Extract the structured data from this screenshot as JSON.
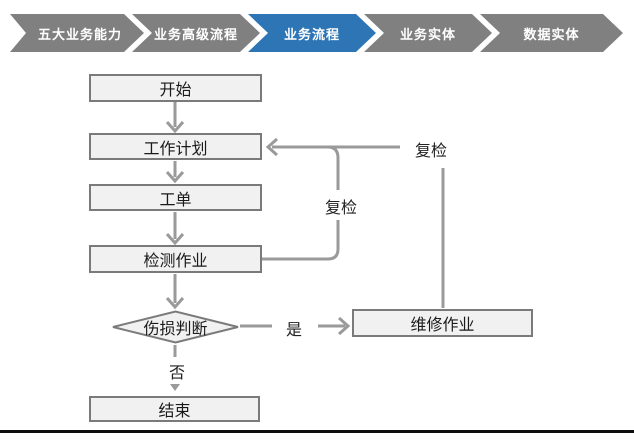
{
  "nav": {
    "active_color": "#2E75B6",
    "inactive_color": "#808080",
    "items": [
      {
        "label": "五大业务能力",
        "active": false
      },
      {
        "label": "业务高级流程",
        "active": false
      },
      {
        "label": "业务流程",
        "active": true
      },
      {
        "label": "业务实体",
        "active": false
      },
      {
        "label": "数据实体",
        "active": false
      }
    ]
  },
  "flowchart": {
    "nodes": {
      "start": "开始",
      "work_plan": "工作计划",
      "work_order": "工单",
      "inspection": "检测作业",
      "damage_decision": "伤损判断",
      "repair": "维修作业",
      "end": "结束"
    },
    "edge_labels": {
      "yes": "是",
      "no": "否",
      "recheck_inner": "复检",
      "recheck_outer": "复检"
    },
    "colors": {
      "node_fill": "#F1F1F1",
      "node_border": "#7A7A7A",
      "connector": "#9A9A9A",
      "bottom_rule": "#0D0D0D"
    }
  }
}
